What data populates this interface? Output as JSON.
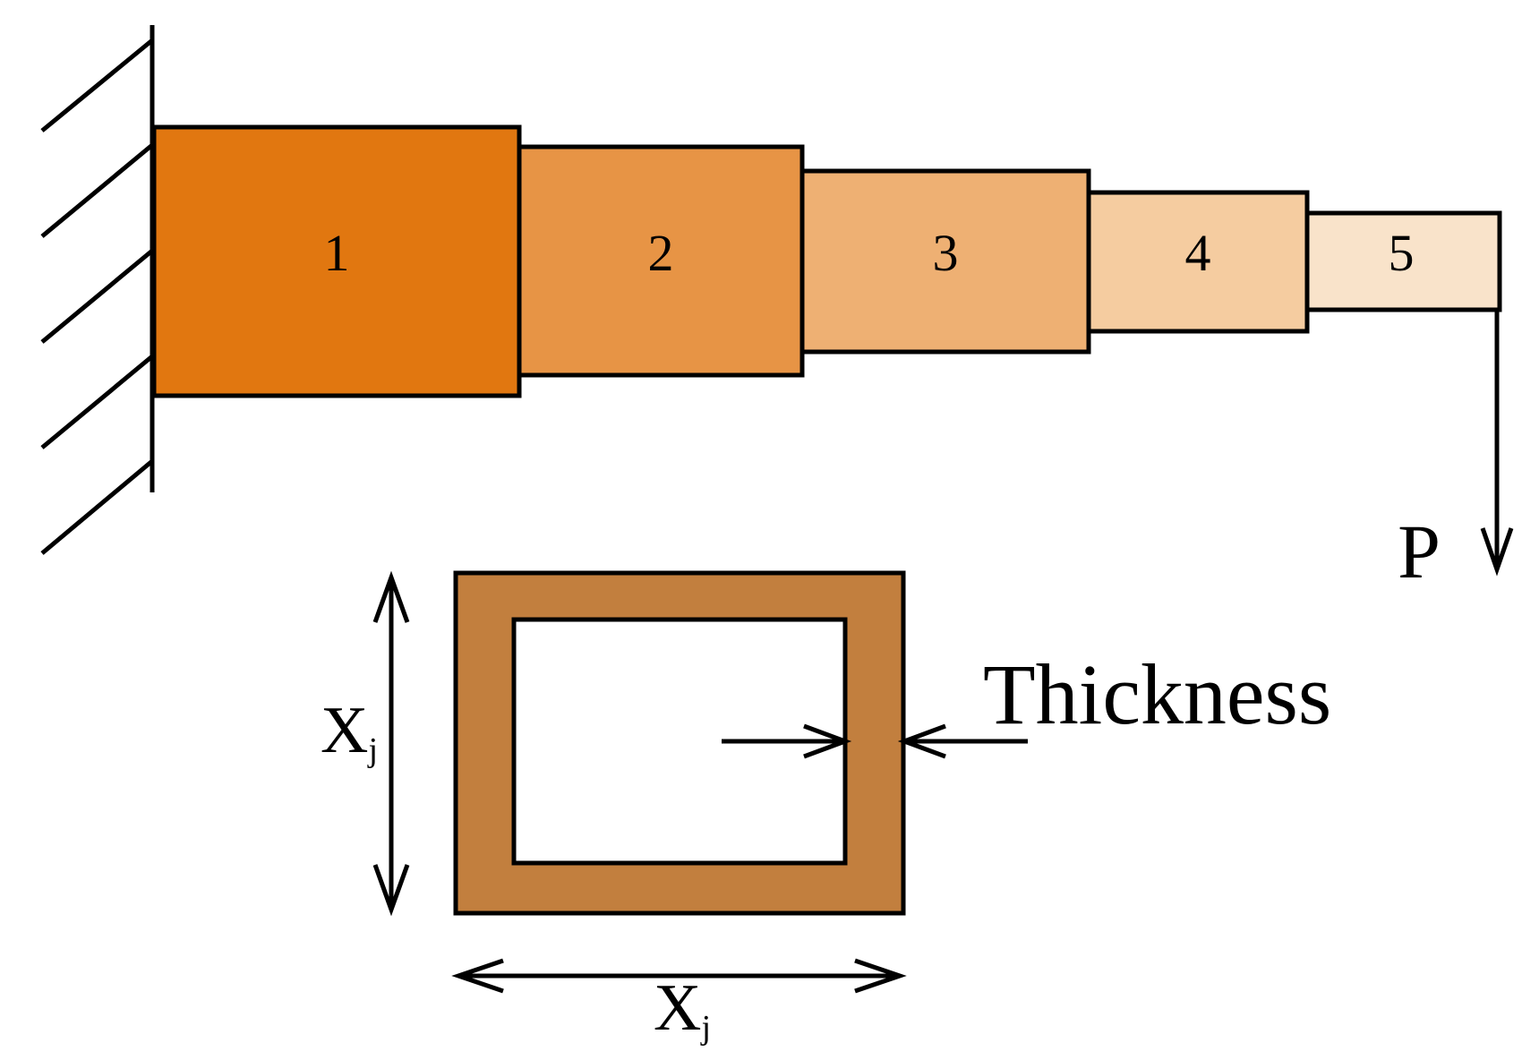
{
  "colors": {
    "stroke": "#000000",
    "segment_fills": [
      "#e17710",
      "#e79445",
      "#eeb073",
      "#f5cca0",
      "#f9e3ca"
    ],
    "section_fill": "#c27f3e",
    "section_hollow": "#ffffff"
  },
  "beam": {
    "segments": [
      {
        "label": "1"
      },
      {
        "label": "2"
      },
      {
        "label": "3"
      },
      {
        "label": "4"
      },
      {
        "label": "5"
      }
    ],
    "load_label": "P"
  },
  "cross_section": {
    "width_label": {
      "main": "X",
      "sub": "j"
    },
    "height_label": {
      "main": "X",
      "sub": "j"
    },
    "thickness_label": "Thickness"
  }
}
